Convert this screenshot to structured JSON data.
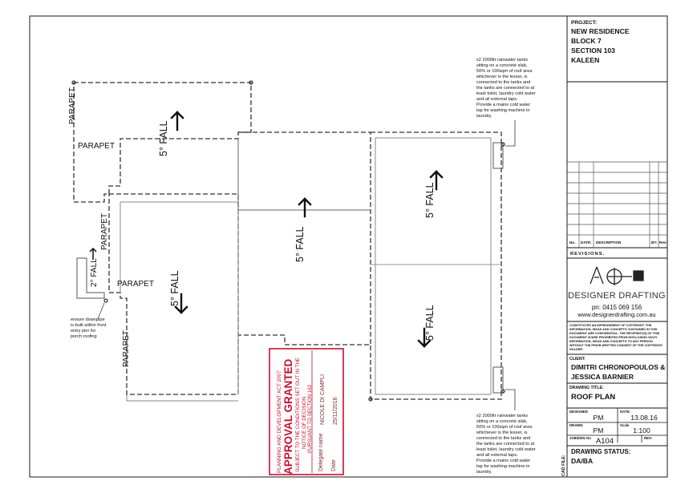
{
  "title_block": {
    "project_label": "PROJECT:",
    "project_lines": [
      "NEW RESIDENCE",
      "BLOCK 7",
      "SECTION 103",
      "KALEEN"
    ],
    "revision_headers": [
      "No.",
      "DATE:",
      "DESCRIPTION",
      "BY:",
      "Rev:"
    ],
    "revisions_label": "REVISIONS.",
    "company_name": "DESIGNER DRAFTING",
    "phone": "pn: 0415 069 156",
    "website": "www.designerdrafting.com.au",
    "copyright_lines": [
      "CONSTITUTES AN INFRINGEMENT OF COPYRIGHT. THE",
      "INFORMATION, IDEAS AND CONCEPTS CONTAINED IN THIS",
      "DOCUMENT ARE CONFIDENTIAL. THE RECIPIENT(S) OF THIS",
      "DOCUMENT IS/ARE PROHIBITED FROM DISCLOSING SUCH",
      "INFORMATION, IDEAS AND CONCEPTS TO ANY PERSON",
      "WITHOUT THE PRIOR WRITTEN CONSENT OF THE COPYRIGHT",
      "HOLDER."
    ],
    "client_label": "CLIENT:",
    "client_lines": [
      "DIMITRI CHRONOPOULOS &",
      "JESSICA BARNIER"
    ],
    "drawing_title_label": "DRAWING TITLE:",
    "drawing_title": "ROOF PLAN",
    "designed_label": "DESIGNED",
    "designed_value": "PM",
    "date_label": "DATE:",
    "date_value": "13.08.16",
    "drawn_label": "DRAWN",
    "drawn_value": "PM",
    "scale_label": "Scale",
    "scale_value": "1:100",
    "job_label": "JOB/DWG No",
    "job_value": "A104",
    "rev_label": "REV:",
    "status_label": "DRAWING STATUS:",
    "status_value": "DA/BA",
    "cad_label": "CAD FILE:"
  },
  "notes": {
    "top_note": [
      "x2 2000ltr rainwater tanks",
      "sitting on a concrete slab,",
      "50% or 100sqm of roof area",
      "whichever is the lesser, is",
      "connected to the tanks and",
      "the tanks are connected to at",
      "least toilet, laundry cold water",
      "and all external taps.",
      "Provide a mains cold water",
      "tap for washing machine in",
      "laundry."
    ],
    "bottom_note": [
      "x2 2000ltr rainwater tanks",
      "sitting on a concrete slab,",
      "50% or 100sqm of roof area",
      "whichever is the lesser, is",
      "connected to the tanks and",
      "the tanks are connected to at",
      "least toilet, laundry cold water",
      "and all external taps.",
      "Provide a mains cold water",
      "tap for washing machine in",
      "laundry."
    ],
    "downpipe_note": [
      "ensure downpipe",
      "is built within front",
      "entry pier for",
      "porch roofing"
    ]
  },
  "plan": {
    "parapet": "PARAPET",
    "fall_5": "5° FALL",
    "fall_2": "2° FALL"
  },
  "stamp": {
    "act_line": "PLANNING AND DEVELOPMENT ACT 2007",
    "approval": "APPROVAL GRANTED",
    "conditions_lines": [
      "SUBJECT TO THE CONDITIONS SET OUT IN THE",
      "NOTICE OF DECISION",
      "PURSUANT TO SECTION 162"
    ],
    "delegate_label": "Delegate name",
    "delegate_name": "NICOLE DI CAMPLI",
    "date_label": "Date",
    "date_value": "25/11/2016"
  },
  "colors": {
    "ink": "#1a1a1a",
    "stamp_red": "#c8102e",
    "grey_line": "#9a9a9a"
  }
}
